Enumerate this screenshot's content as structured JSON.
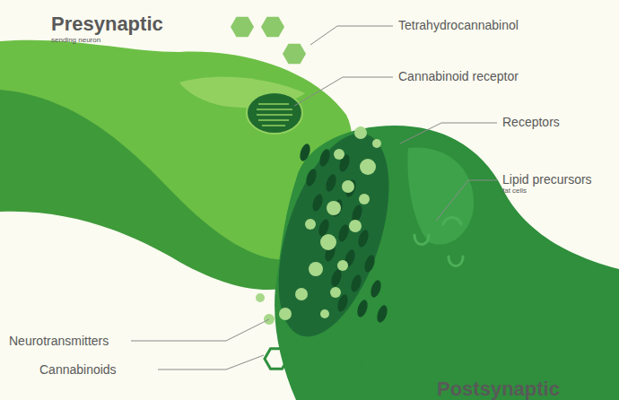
{
  "diagram": {
    "labels": [
      "Presynaptic",
      "sending neuron",
      "Tetrahydrocannabinol",
      "Cannabinoid receptor",
      "Receptors",
      "Lipid precursors",
      "fat cells",
      "Neurotransmitters",
      "Cannabinoids",
      "Postsynaptic"
    ]
  }
}
